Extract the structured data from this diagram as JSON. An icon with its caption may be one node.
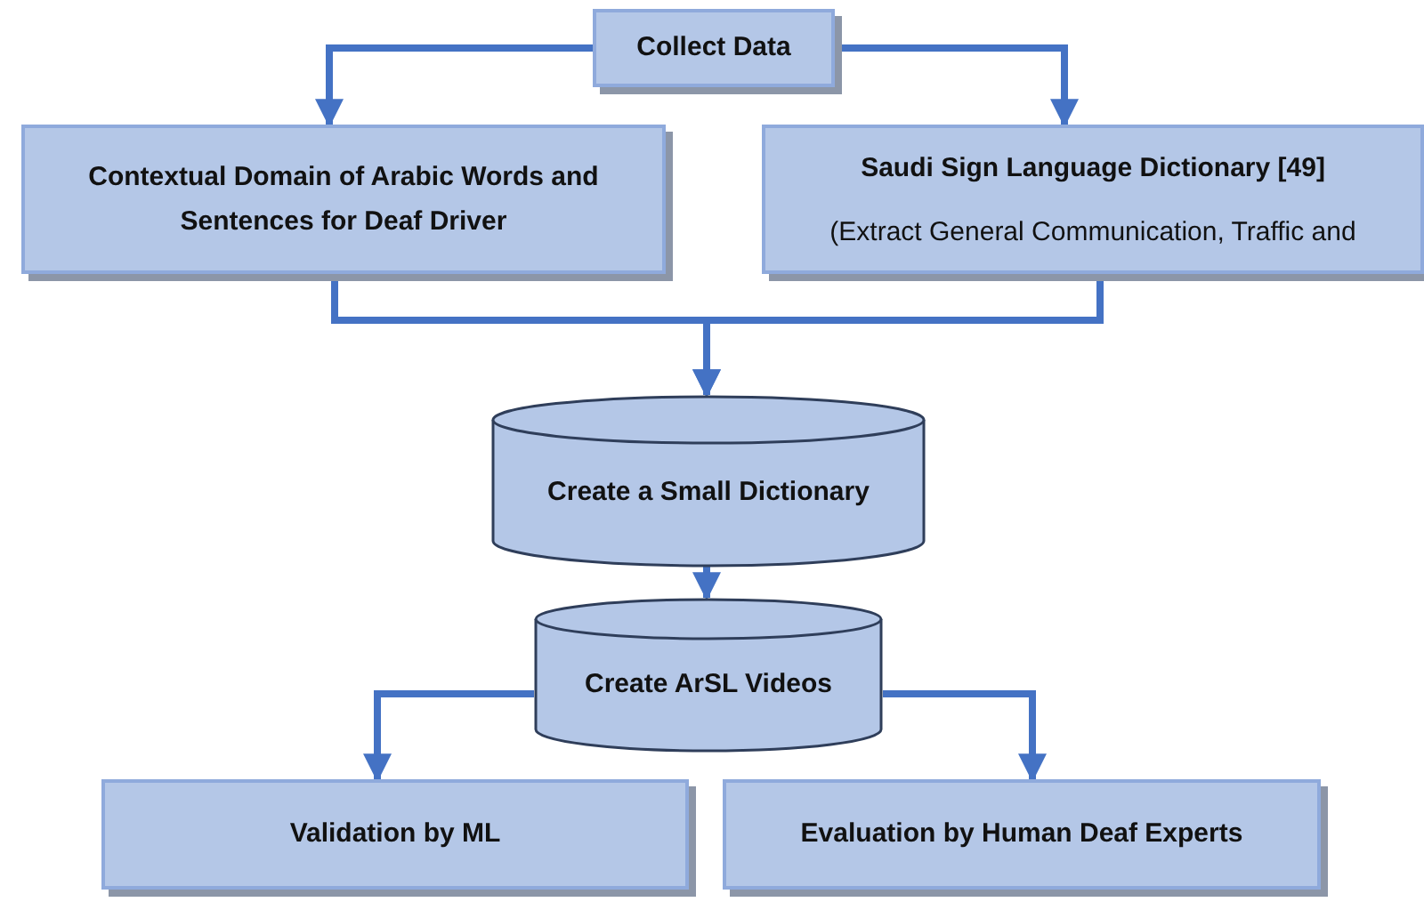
{
  "diagram": {
    "nodes": [
      {
        "text": [
          "Collect Data"
        ]
      },
      {
        "text": [
          "Contextual Domain of Arabic Words and Sentences for Deaf Driver"
        ]
      },
      {
        "text": [
          "Saudi Sign Language Dictionary [49]",
          "(Extract General Communication, Traffic and"
        ]
      },
      {
        "text": [
          "Create a Small Dictionary"
        ]
      },
      {
        "text": [
          "Create ArSL Videos"
        ]
      },
      {
        "text": [
          "Validation by ML"
        ]
      },
      {
        "text": [
          "Evaluation by Human Deaf Experts"
        ]
      }
    ],
    "edges": [
      {
        "from": 0,
        "to": 1,
        "arrow": "to"
      },
      {
        "from": 0,
        "to": 2,
        "arrow": "to"
      },
      {
        "from": 1,
        "to": 3,
        "arrow": "to"
      },
      {
        "from": 2,
        "to": 3,
        "arrow": "to"
      },
      {
        "from": 3,
        "to": 4,
        "arrow": "to"
      },
      {
        "from": 4,
        "to": 5,
        "arrow": "to"
      },
      {
        "from": 4,
        "to": 6,
        "arrow": "to"
      }
    ]
  }
}
